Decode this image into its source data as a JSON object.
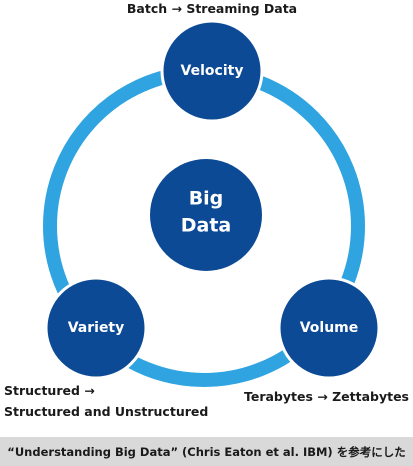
{
  "colors": {
    "ring": "#2fa4e0",
    "node_fill": "#0d4a96",
    "node_stroke": "#ffffff",
    "caption_background": "#d9d9d9"
  },
  "center": {
    "line1": "Big",
    "line2": "Data"
  },
  "nodes": {
    "velocity": {
      "label": "Velocity",
      "note": "Batch → Streaming Data"
    },
    "variety": {
      "label": "Variety",
      "note_line1": "Structured →",
      "note_line2": "Structured and Unstructured"
    },
    "volume": {
      "label": "Volume",
      "note": "Terabytes → Zettabytes"
    }
  },
  "caption": "“Understanding Big Data” (Chris Eaton et al. IBM) を参考にした"
}
